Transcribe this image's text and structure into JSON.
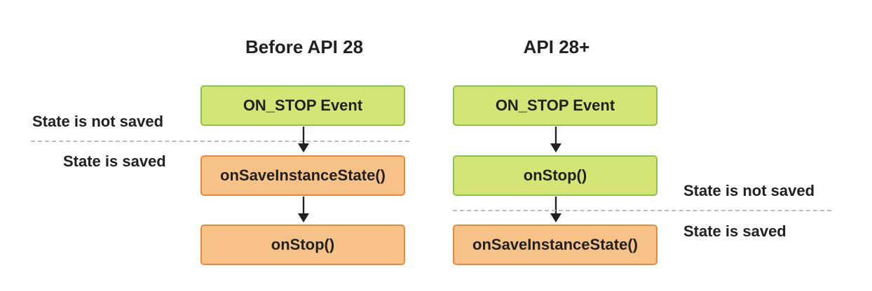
{
  "left_column": {
    "title": "Before API 28",
    "boxes": [
      {
        "label": "ON_STOP Event",
        "kind": "green"
      },
      {
        "label": "onSaveInstanceState()",
        "kind": "orange"
      },
      {
        "label": "onStop()",
        "kind": "orange"
      }
    ],
    "state_not_saved": "State is not saved",
    "state_saved": "State is saved"
  },
  "right_column": {
    "title": "API 28+",
    "boxes": [
      {
        "label": "ON_STOP Event",
        "kind": "green"
      },
      {
        "label": "onStop()",
        "kind": "green"
      },
      {
        "label": "onSaveInstanceState()",
        "kind": "orange"
      }
    ],
    "state_not_saved": "State is not saved",
    "state_saved": "State is saved"
  },
  "colors": {
    "green_fill": "#d4e576",
    "green_border": "#8bc34a",
    "orange_fill": "#f7c287",
    "orange_border": "#e8893a",
    "divider": "#bdbdbd"
  }
}
